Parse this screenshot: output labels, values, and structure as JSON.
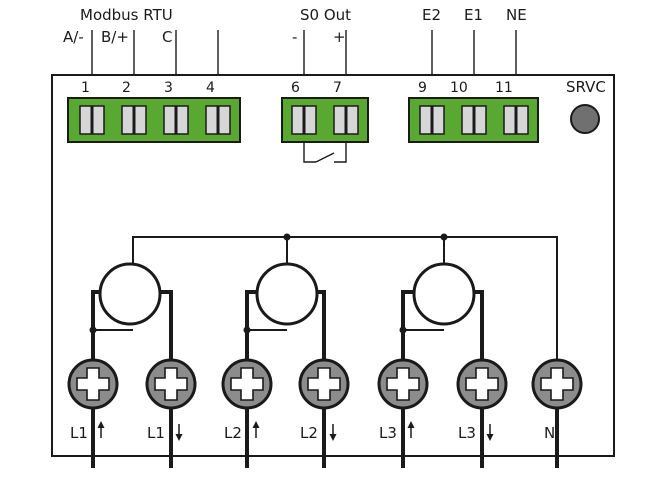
{
  "interface": {
    "group_label": "Modbus RTU",
    "pins": [
      "A/-",
      "B/+",
      "C"
    ]
  },
  "s0": {
    "group_label": "S0 Out",
    "minus": "-",
    "plus": "+"
  },
  "tariff": {
    "labels": [
      "E2",
      "E1",
      "NE"
    ]
  },
  "terminal_numbers": [
    "1",
    "2",
    "3",
    "4",
    "6",
    "7",
    "9",
    "10",
    "11"
  ],
  "service_button": "SRVC",
  "main_terminals": [
    "L1",
    "L1",
    "L2",
    "L2",
    "L3",
    "L3",
    "N"
  ],
  "colors": {
    "terminal_block": "#58a832",
    "screw": "#8c8c8c",
    "service_button": "#707070"
  }
}
